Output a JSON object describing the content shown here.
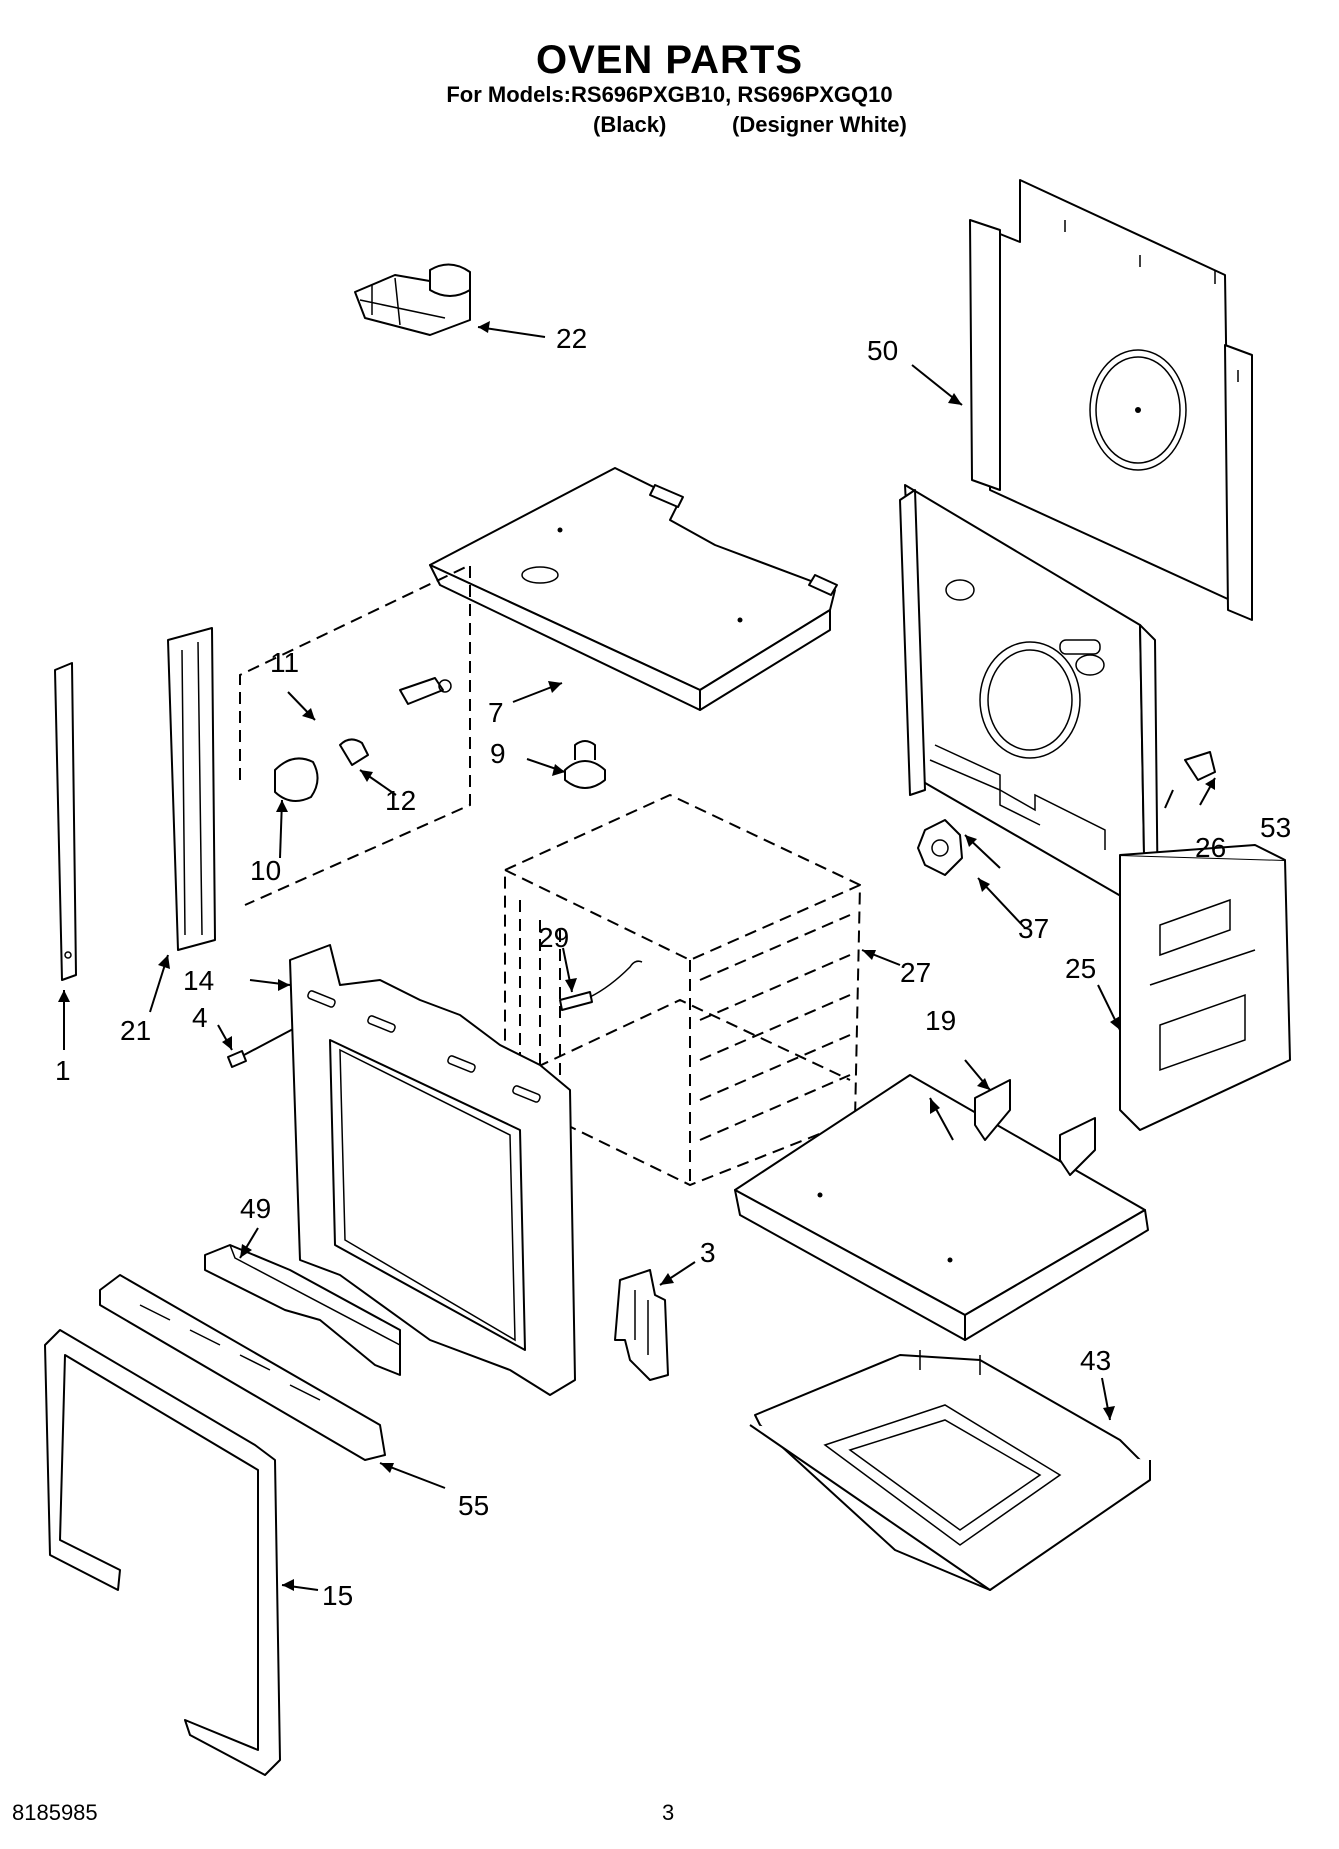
{
  "header": {
    "title": "OVEN PARTS",
    "subtitle": "For Models:RS696PXGB10, RS696PXGQ10",
    "variant_black": "(Black)",
    "variant_white": "(Designer White)"
  },
  "callouts": {
    "c1": "1",
    "c3": "3",
    "c4": "4",
    "c7": "7",
    "c9": "9",
    "c10": "10",
    "c11": "11",
    "c12": "12",
    "c14": "14",
    "c15": "15",
    "c19": "19",
    "c21": "21",
    "c22": "22",
    "c25": "25",
    "c26": "26",
    "c27": "27",
    "c29": "29",
    "c37": "37",
    "c43": "43",
    "c49": "49",
    "c50": "50",
    "c53": "53",
    "c55": "55"
  },
  "footer": {
    "doc_number": "8185985",
    "page_number": "3"
  }
}
